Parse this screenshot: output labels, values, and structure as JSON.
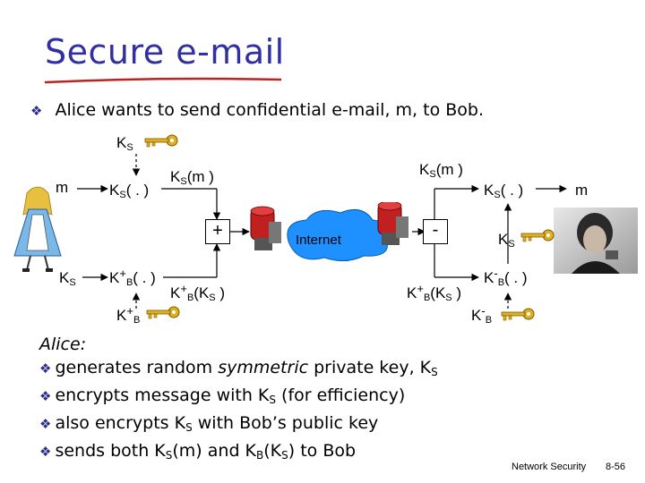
{
  "slide": {
    "title": "Secure e-mail",
    "intro": "Alice wants to send confidential e-mail, m, to Bob."
  },
  "diagram": {
    "ks_top": "K",
    "ks_top_sub": "S",
    "m_left": "m",
    "ks_func_left": "K",
    "ks_func_left_sub": "S",
    "ks_func_left_arg": "( . )",
    "ks_m_left": "K",
    "ks_m_left_sub": "S",
    "ks_m_left_arg": "(m )",
    "plus_box": "+",
    "ks_left": "K",
    "ks_left_sub": "S",
    "kb_plus_func": "K",
    "kb_plus_func_sup": "+",
    "kb_plus_func_sub": "B",
    "kb_plus_func_arg": "( . )",
    "kb_ks_left": "K",
    "kb_ks_left_sup": "+",
    "kb_ks_left_sub": "B",
    "kb_ks_left_arg": "(K",
    "kb_ks_left_arg_sub": "S",
    "kb_ks_left_close": " )",
    "kb_plus_key": "K",
    "kb_plus_key_sup": "+",
    "kb_plus_key_sub": "B",
    "internet": "Internet",
    "ks_m_right": "K",
    "ks_m_right_sub": "S",
    "ks_m_right_arg": "(m )",
    "minus_box": "-",
    "kb_ks_right": "K",
    "kb_ks_right_sup": "+",
    "kb_ks_right_sub": "B",
    "kb_ks_right_arg": "(K",
    "kb_ks_right_arg_sub": "S",
    "kb_ks_right_close": " )",
    "ks_func_right": "K",
    "ks_func_right_sub": "S",
    "ks_func_right_arg": "( . )",
    "m_right": "m",
    "ks_right": "K",
    "ks_right_sub": "S",
    "kb_minus_func": "K",
    "kb_minus_func_sup": "-",
    "kb_minus_func_sub": "B",
    "kb_minus_func_arg": "( . )",
    "kb_minus_key": "K",
    "kb_minus_key_sup": "-",
    "kb_minus_key_sub": "B"
  },
  "alice": {
    "heading": "Alice:",
    "items": [
      {
        "pre": "generates random ",
        "em": "symmetric",
        "post": " private key, K",
        "sub": "S"
      },
      {
        "pre": "encrypts message with K",
        "sub": "S",
        "post": " (for efficiency)"
      },
      {
        "pre": "also encrypts K",
        "sub": "S",
        "post": " with Bob’s public key"
      },
      {
        "pre": "sends both K",
        "sub1": "S",
        "mid": "(m) and K",
        "sub2": "B",
        "mid2": "(K",
        "sub3": "S",
        "post": ") to Bob"
      }
    ]
  },
  "footer": {
    "course": "Network Security",
    "page": "8-56"
  },
  "colors": {
    "title": "#3030a0",
    "underline": "#c02020",
    "bullet": "#2a2a90",
    "internet_cloud": "#1e90ff",
    "key": "#e0b020"
  }
}
